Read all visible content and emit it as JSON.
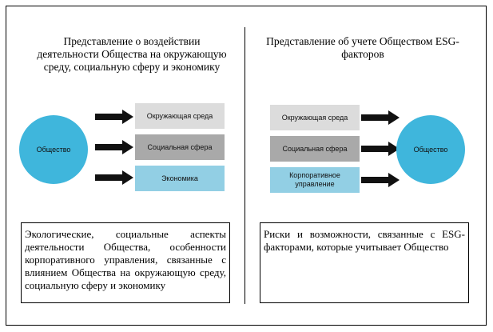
{
  "left": {
    "heading": "Представление о воздействии деятельности Общества на окружающую среду, социальную сферу и экономику",
    "circle": "Общество",
    "boxes": [
      "Окружающая среда",
      "Социальная сфера",
      "Экономика"
    ],
    "description": "Экологические, социальные аспекты деятельности Общества, особенности корпоративного управления, связанные с влиянием Общества на окружающую среду, социальную сферу и экономику"
  },
  "right": {
    "heading": "Представление об учете Обществом ESG-факторов",
    "circle": "Общество",
    "boxes": [
      "Окружающая среда",
      "Социальная сфера",
      "Корпоративное управление"
    ],
    "description": "Риски и возможности, связанные с ESG-факторами, которые учитывает Общество"
  },
  "colors": {
    "circle": "#3fb6dc",
    "box_env": "#dcdcdc",
    "box_soc": "#a9a9a9",
    "box_blue": "#92cfe4",
    "arrow": "#111111"
  }
}
